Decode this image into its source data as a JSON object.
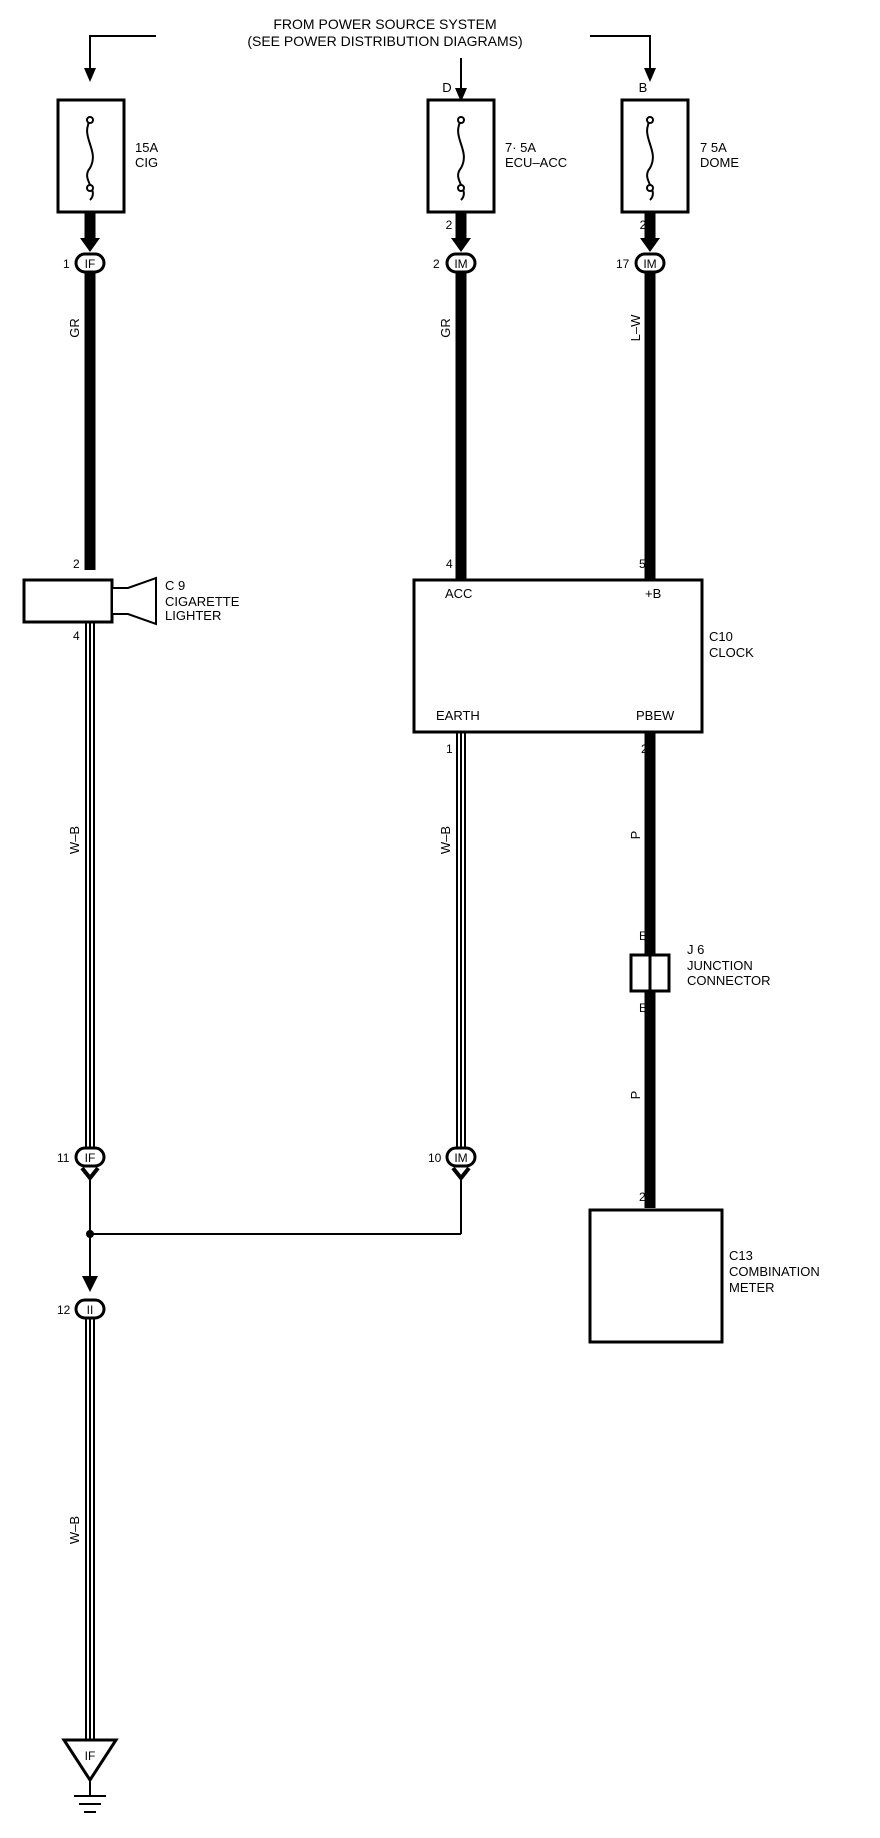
{
  "source": {
    "line1": "FROM POWER SOURCE SYSTEM",
    "line2": "(SEE POWER DISTRIBUTION DIAGRAMS)"
  },
  "fuses": {
    "cig": {
      "rating": "15A",
      "name": "CIG"
    },
    "ecu_acc": {
      "rating": "7· 5A",
      "name": "ECU–ACC",
      "in_label": "D",
      "out_pin": "2"
    },
    "dome": {
      "rating": "7  5A",
      "name": "DOME",
      "in_label": "B",
      "out_pin": "2"
    }
  },
  "connectors": {
    "if_top": {
      "code": "IF",
      "pin": "1"
    },
    "im_acc": {
      "code": "IM",
      "pin": "2"
    },
    "im_dome": {
      "code": "IM",
      "pin": "17"
    },
    "if_bottom": {
      "code": "IF",
      "pin": "11"
    },
    "im_bottom": {
      "code": "IM",
      "pin": "10"
    },
    "ii": {
      "code": "II",
      "pin": "12"
    }
  },
  "wires": {
    "gr_left": "GR",
    "gr_mid": "GR",
    "lw": "L–W",
    "wb_left": "W–B",
    "wb_mid": "W–B",
    "p_upper": "P",
    "p_lower": "P",
    "wb_bottom": "W–B"
  },
  "lighter": {
    "id": "C 9",
    "name1": "CIGARETTE",
    "name2": "LIGHTER",
    "pin_top": "2",
    "pin_bottom": "4"
  },
  "clock": {
    "id": "C10",
    "name": "CLOCK",
    "acc_pin": "4",
    "acc_label": "ACC",
    "b_pin": "5",
    "b_label": "+B",
    "earth_label": "EARTH",
    "earth_pin": "1",
    "pbew_label": "PBEW",
    "pbew_pin": "2"
  },
  "junction": {
    "id": "J 6",
    "name1": "JUNCTION",
    "name2": "CONNECTOR",
    "pin_top": "E",
    "pin_bottom": "E"
  },
  "meter": {
    "id": "C13",
    "name1": "COMBINATION",
    "name2": "METER",
    "pin": "2"
  },
  "ground": {
    "code": "IF"
  }
}
